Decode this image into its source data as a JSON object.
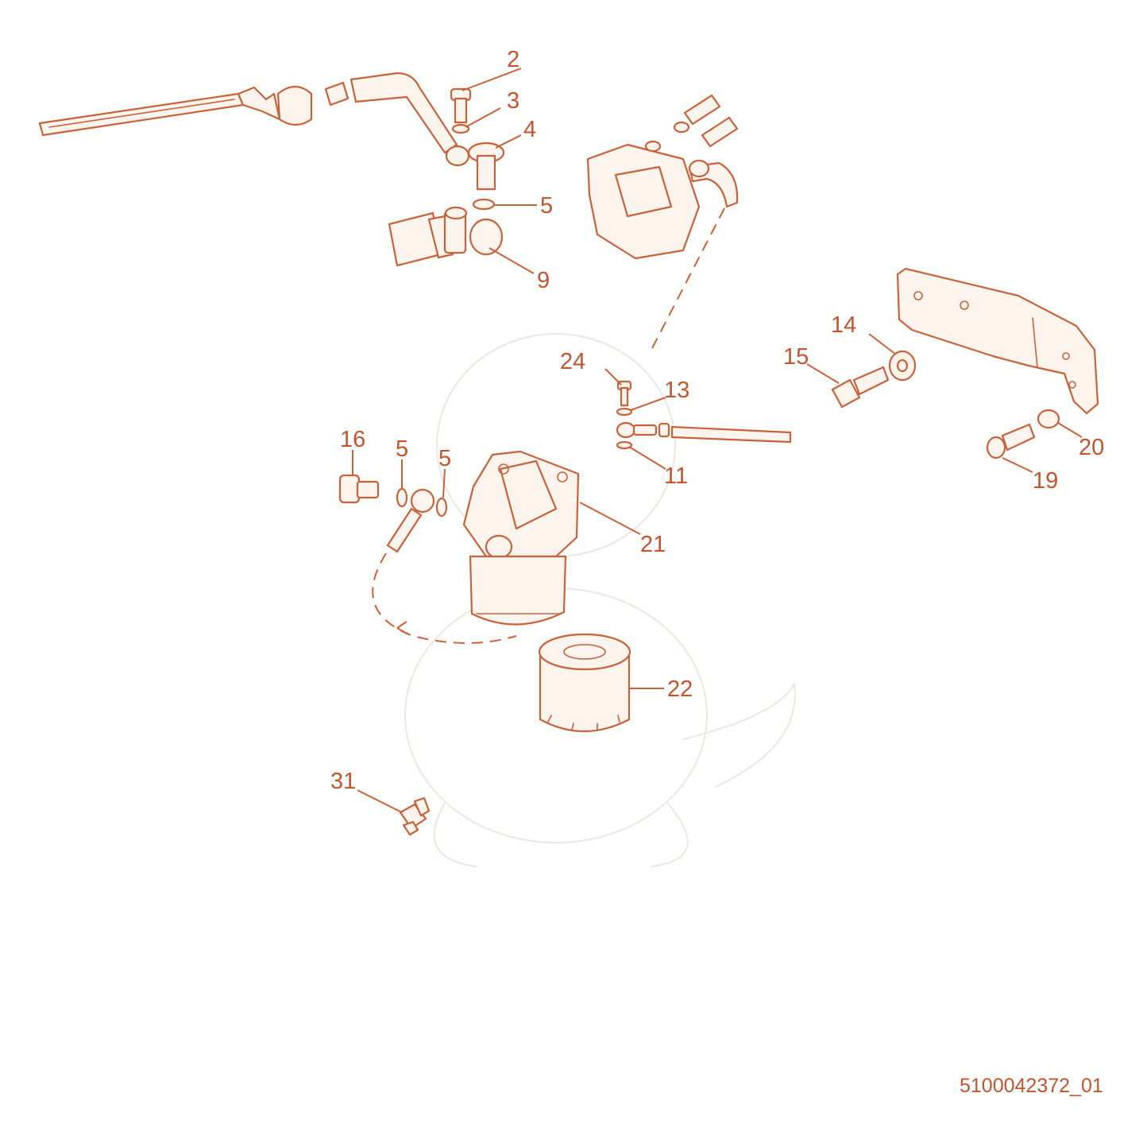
{
  "callouts": {
    "c2": "2",
    "c3": "3",
    "c4": "4",
    "c5a": "5",
    "c9": "9",
    "c24": "24",
    "c13": "13",
    "c11": "11",
    "c14": "14",
    "c15": "15",
    "c20": "20",
    "c19": "19",
    "c16": "16",
    "c5b": "5",
    "c5c": "5",
    "c21": "21",
    "c22": "22",
    "c31": "31"
  },
  "drawing_number": "5100042372_01",
  "colors": {
    "line": "#c8623a",
    "text": "#c0552f",
    "fill": "#fdf4ee",
    "background": "#ffffff"
  }
}
